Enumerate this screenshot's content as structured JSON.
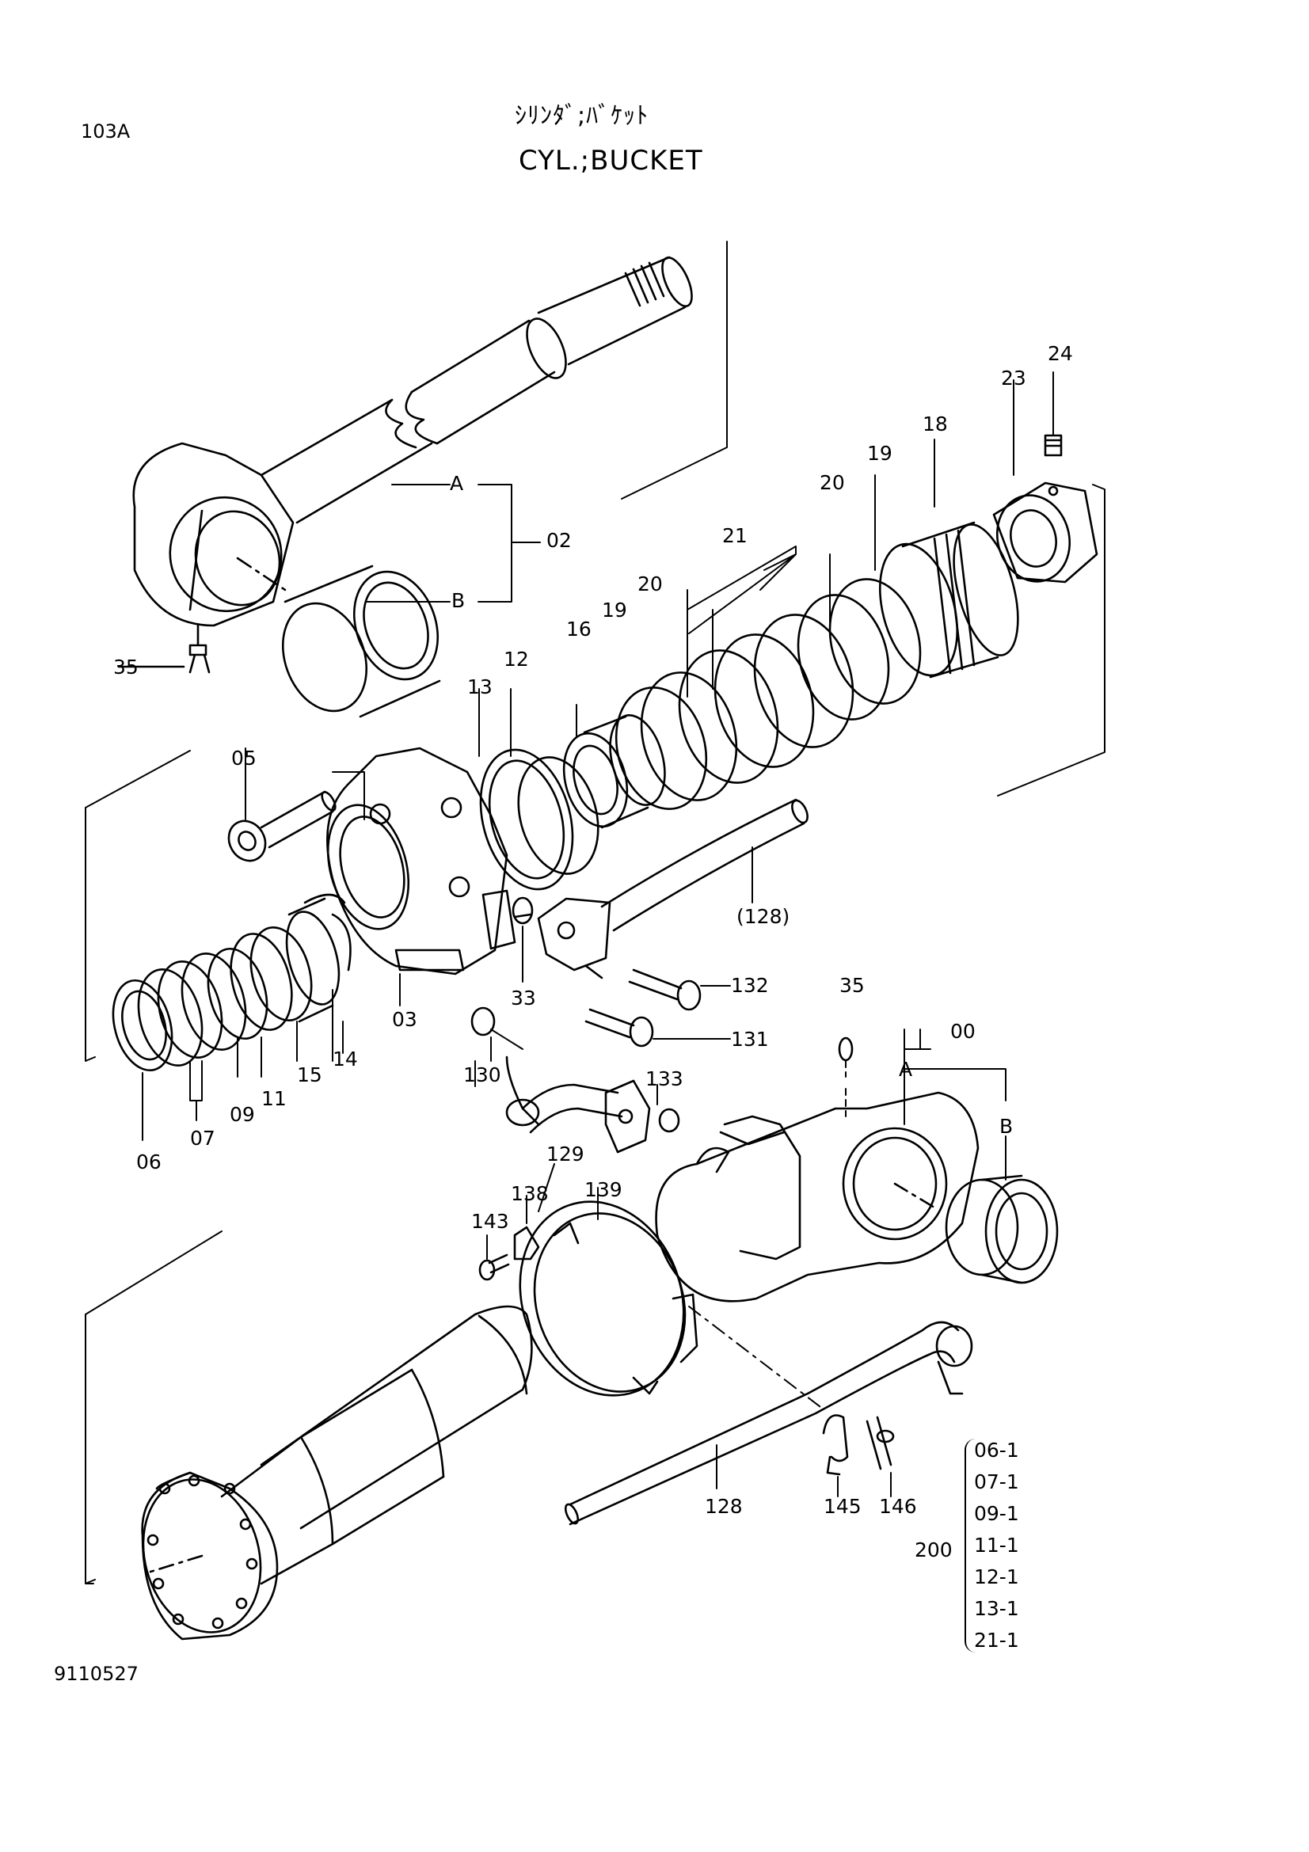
{
  "header": {
    "page_code": "103A",
    "title_jp": "ｼﾘﾝﾀﾞ;ﾊﾞｹｯﾄ",
    "title_en": "CYL.;BUCKET"
  },
  "footer": {
    "drawing_number": "9110527"
  },
  "callouts": {
    "c00": "00",
    "c02": "02",
    "c03": "03",
    "c05": "05",
    "c06": "06",
    "c07": "07",
    "c09": "09",
    "c11": "11",
    "c12": "12",
    "c13": "13",
    "c14": "14",
    "c15": "15",
    "c16": "16",
    "c18": "18",
    "c19a": "19",
    "c19b": "19",
    "c20a": "20",
    "c20b": "20",
    "c21": "21",
    "c23": "23",
    "c24": "24",
    "c33": "33",
    "c35a": "35",
    "c35b": "35",
    "c128a": "(128)",
    "c128b": "128",
    "c129": "129",
    "c130": "130",
    "c131": "131",
    "c132": "132",
    "c133": "133",
    "c138": "138",
    "c139": "139",
    "c143": "143",
    "c145": "145",
    "c146": "146",
    "rod_a": "A",
    "rod_b": "B",
    "tube_a": "A",
    "tube_b": "B"
  },
  "seal_kit": {
    "label": "200",
    "items": [
      "06-1",
      "07-1",
      "09-1",
      "11-1",
      "12-1",
      "13-1",
      "21-1"
    ]
  }
}
